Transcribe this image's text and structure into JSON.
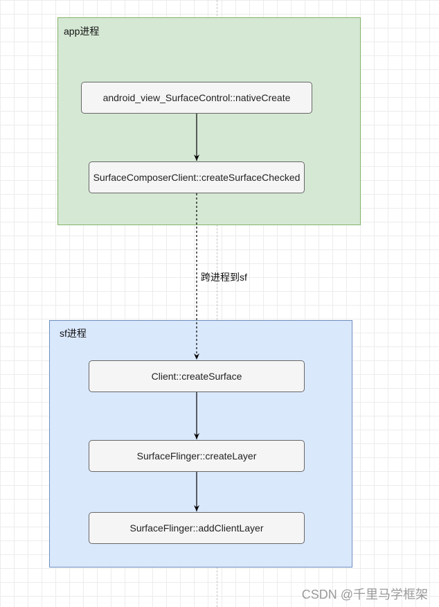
{
  "groups": {
    "app": {
      "label": "app进程"
    },
    "sf": {
      "label": "sf进程"
    }
  },
  "nodes": {
    "native_create": "android_view_SurfaceControl::nativeCreate",
    "create_surface_checked": "SurfaceComposerClient::createSurfaceChecked",
    "client_create_surface": "Client::createSurface",
    "create_layer": "SurfaceFlinger::createLayer",
    "add_client_layer": "SurfaceFlinger::addClientLayer"
  },
  "edges": {
    "cross_process_label": "跨进程到sf"
  },
  "watermark": "CSDN @千里马学框架",
  "colors": {
    "app_fill": "#d5e8d4",
    "app_border": "#82b366",
    "sf_fill": "#dae8fc",
    "sf_border": "#6c8ebf",
    "node_fill": "#f5f5f5",
    "node_border": "#666666"
  }
}
